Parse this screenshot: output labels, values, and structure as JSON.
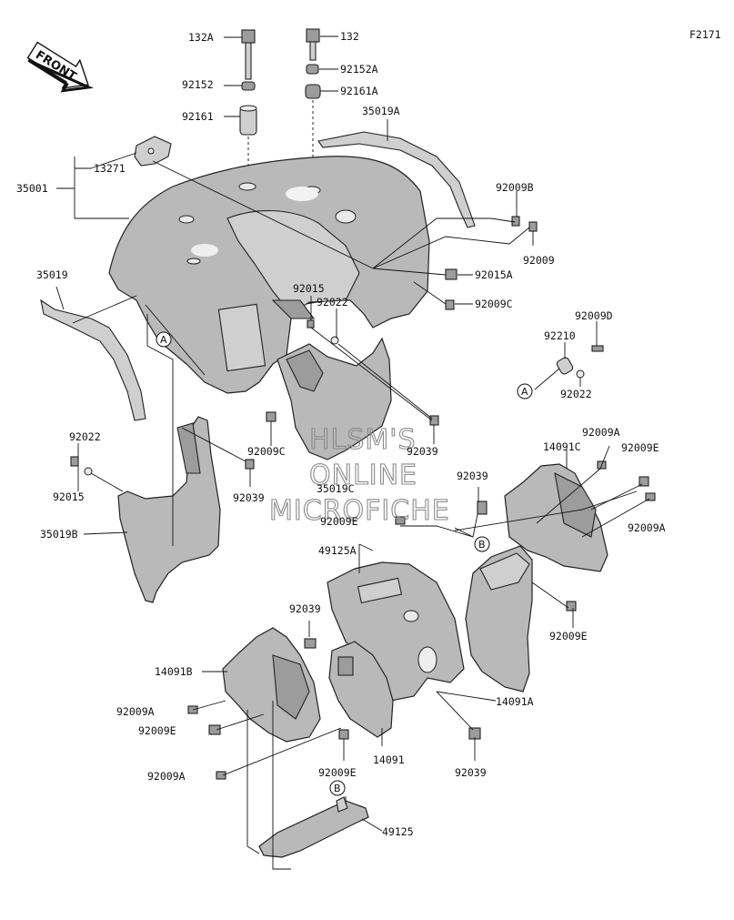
{
  "figure_code": "F2171",
  "front_badge": "FRONT",
  "watermark": [
    "HLSM'S",
    "ONLINE",
    "MICROFICHE"
  ],
  "callouts": {
    "a": "A",
    "b": "B"
  },
  "labels": {
    "l132a": "132A",
    "l132": "132",
    "l92152a": "92152A",
    "l92152": "92152",
    "l92161a": "92161A",
    "l92161": "92161",
    "l35019a": "35019A",
    "l13271": "13271",
    "l35001": "35001",
    "l92009b": "92009B",
    "l92009": "92009",
    "l92015a": "92015A",
    "l92009c_top": "92009C",
    "l35019": "35019",
    "l92015_top": "92015",
    "l92022_top": "92022",
    "l92009d": "92009D",
    "l92210": "92210",
    "l92022_right": "92022",
    "l92022_left": "92022",
    "l92015_left": "92015",
    "l92009c_mid": "92009C",
    "l92039_mid": "92039",
    "l92039_center": "92039",
    "l35019c": "35019C",
    "l35019b": "35019B",
    "l92009a_r1": "92009A",
    "l14091c": "14091C",
    "l92009e_r": "92009E",
    "l92039_right": "92039",
    "l92009a_r2": "92009A",
    "l92009e_center": "92009E",
    "l49125a": "49125A",
    "l92009e_low": "92009E",
    "l92039_lowleft": "92039",
    "l14091b": "14091B",
    "l92009a_left": "92009A",
    "l92009e_left": "92009E",
    "l92009a_bottom": "92009A",
    "l14091": "14091",
    "l92009e_bottom": "92009E",
    "l92039_bottom": "92039",
    "l14091a": "14091A",
    "l49125": "49125"
  }
}
